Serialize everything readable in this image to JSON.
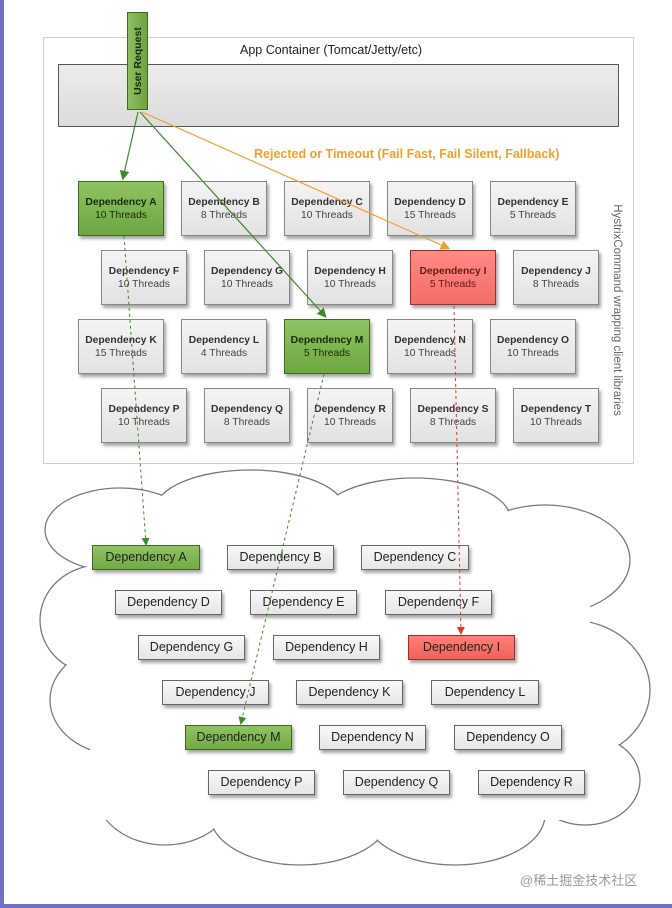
{
  "container_title": "App Container (Tomcat/Jetty/etc)",
  "user_request": "User Request",
  "rejected_label": "Rejected or Timeout (Fail Fast, Fail Silent, Fallback)",
  "side_label": "HystrixCommand wrapping client libraries",
  "watermark": "@稀土掘金技术社区",
  "colors": {
    "success_green": "#77b04a",
    "failure_red": "#f26d66",
    "rejected_orange": "#f0a030",
    "neutral_gray": "#e6e6e6"
  },
  "app_dependencies": [
    {
      "name": "Dependency A",
      "threads": "10 Threads",
      "status": "green"
    },
    {
      "name": "Dependency B",
      "threads": "8 Threads",
      "status": "normal"
    },
    {
      "name": "Dependency C",
      "threads": "10 Threads",
      "status": "normal"
    },
    {
      "name": "Dependency D",
      "threads": "15 Threads",
      "status": "normal"
    },
    {
      "name": "Dependency E",
      "threads": "5 Threads",
      "status": "normal"
    },
    {
      "name": "Dependency F",
      "threads": "10 Threads",
      "status": "normal"
    },
    {
      "name": "Dependency G",
      "threads": "10 Threads",
      "status": "normal"
    },
    {
      "name": "Dependency H",
      "threads": "10 Threads",
      "status": "normal"
    },
    {
      "name": "Dependency I",
      "threads": "5 Threads",
      "status": "red"
    },
    {
      "name": "Dependency J",
      "threads": "8 Threads",
      "status": "normal"
    },
    {
      "name": "Dependency K",
      "threads": "15 Threads",
      "status": "normal"
    },
    {
      "name": "Dependency L",
      "threads": "4 Threads",
      "status": "normal"
    },
    {
      "name": "Dependency M",
      "threads": "5 Threads",
      "status": "green"
    },
    {
      "name": "Dependency N",
      "threads": "10 Threads",
      "status": "normal"
    },
    {
      "name": "Dependency O",
      "threads": "10 Threads",
      "status": "normal"
    },
    {
      "name": "Dependency P",
      "threads": "10 Threads",
      "status": "normal"
    },
    {
      "name": "Dependency Q",
      "threads": "8 Threads",
      "status": "normal"
    },
    {
      "name": "Dependency R",
      "threads": "10 Threads",
      "status": "normal"
    },
    {
      "name": "Dependency S",
      "threads": "8 Threads",
      "status": "normal"
    },
    {
      "name": "Dependency T",
      "threads": "10 Threads",
      "status": "normal"
    }
  ],
  "cloud_dependencies": [
    {
      "name": "Dependency A",
      "status": "green"
    },
    {
      "name": "Dependency B",
      "status": "normal"
    },
    {
      "name": "Dependency C",
      "status": "normal"
    },
    {
      "name": "Dependency D",
      "status": "normal"
    },
    {
      "name": "Dependency E",
      "status": "normal"
    },
    {
      "name": "Dependency F",
      "status": "normal"
    },
    {
      "name": "Dependency G",
      "status": "normal"
    },
    {
      "name": "Dependency H",
      "status": "normal"
    },
    {
      "name": "Dependency I",
      "status": "red"
    },
    {
      "name": "Dependency J",
      "status": "normal"
    },
    {
      "name": "Dependency K",
      "status": "normal"
    },
    {
      "name": "Dependency L",
      "status": "normal"
    },
    {
      "name": "Dependency M",
      "status": "green"
    },
    {
      "name": "Dependency N",
      "status": "normal"
    },
    {
      "name": "Dependency O",
      "status": "normal"
    },
    {
      "name": "Dependency P",
      "status": "normal"
    },
    {
      "name": "Dependency Q",
      "status": "normal"
    },
    {
      "name": "Dependency R",
      "status": "normal"
    }
  ]
}
